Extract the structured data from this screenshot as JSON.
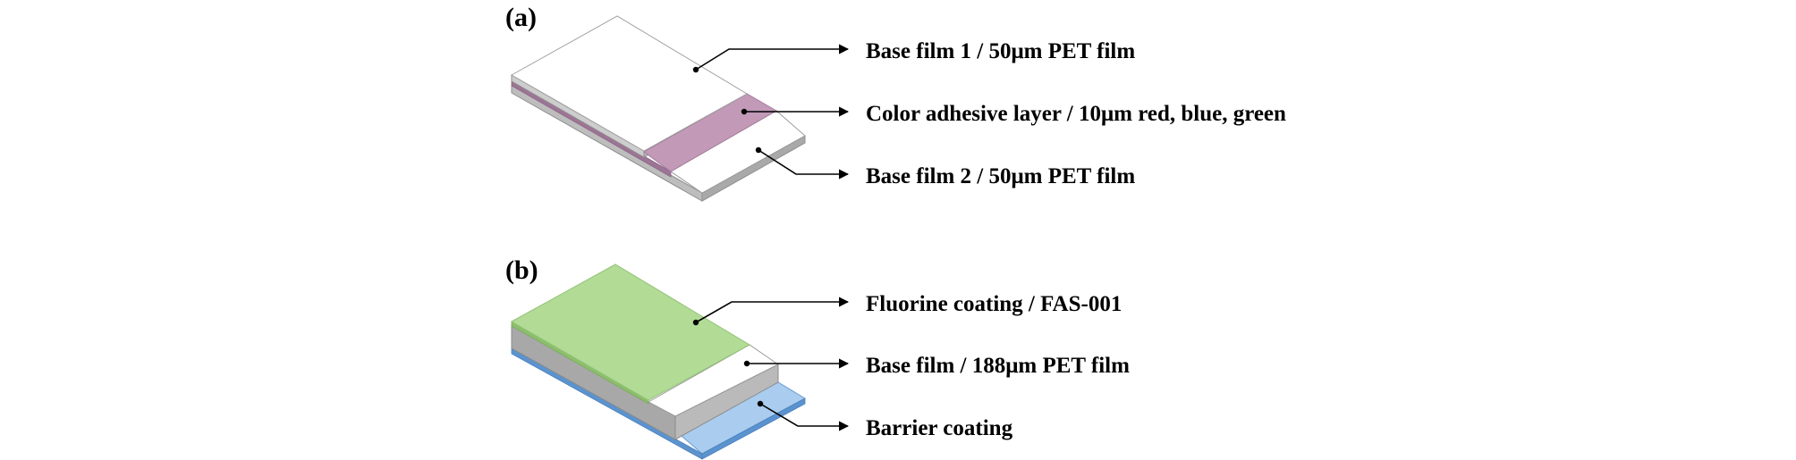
{
  "colors": {
    "film_top": "#ffffff",
    "film_side_light": "#d6d6d6",
    "film_side_dark": "#b4b4b4",
    "color_adhesive": "#c29ab8",
    "color_adhesive_side": "#9e7496",
    "fluorine_coating": "#b2dc96",
    "fluorine_coating_edge": "#8cbf6c",
    "barrier_coating": "#a9ccef",
    "barrier_coating_side": "#5b93cf",
    "base_film_side": "#a8a8a8"
  },
  "panel_a": {
    "label": "(a)",
    "layers": [
      {
        "id": "base-film-1",
        "text": "Base film 1 / 50μm PET film"
      },
      {
        "id": "color-adhesive-layer",
        "text": "Color adhesive layer / 10μm red, blue, green"
      },
      {
        "id": "base-film-2",
        "text": "Base film 2 / 50μm PET film"
      }
    ]
  },
  "panel_b": {
    "label": "(b)",
    "layers": [
      {
        "id": "fluorine-coating",
        "text": "Fluorine coating / FAS-001"
      },
      {
        "id": "base-film",
        "text": "Base film / 188μm PET film"
      },
      {
        "id": "barrier-coating",
        "text": "Barrier coating"
      }
    ]
  }
}
